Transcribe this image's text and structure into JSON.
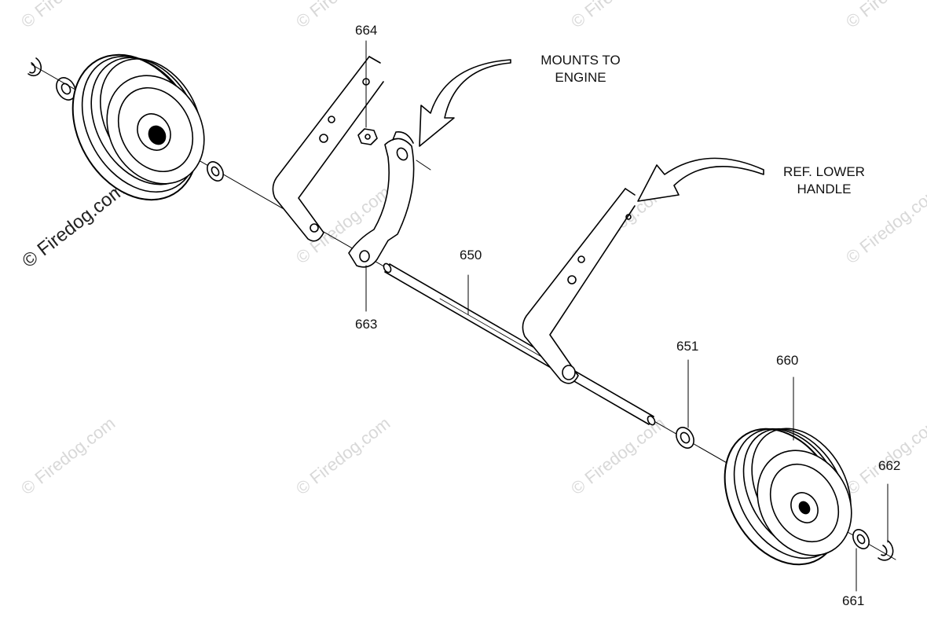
{
  "parts": {
    "p650": "650",
    "p651": "651",
    "p660": "660",
    "p661": "661",
    "p662": "662",
    "p663": "663",
    "p664": "664"
  },
  "callouts": {
    "mounts": {
      "line1": "MOUNTS TO",
      "line2": "ENGINE"
    },
    "handle": {
      "line1": "REF. LOWER",
      "line2": "HANDLE"
    }
  },
  "watermark": {
    "main": "© Firedog.com",
    "faint": "© Firedog.com"
  }
}
